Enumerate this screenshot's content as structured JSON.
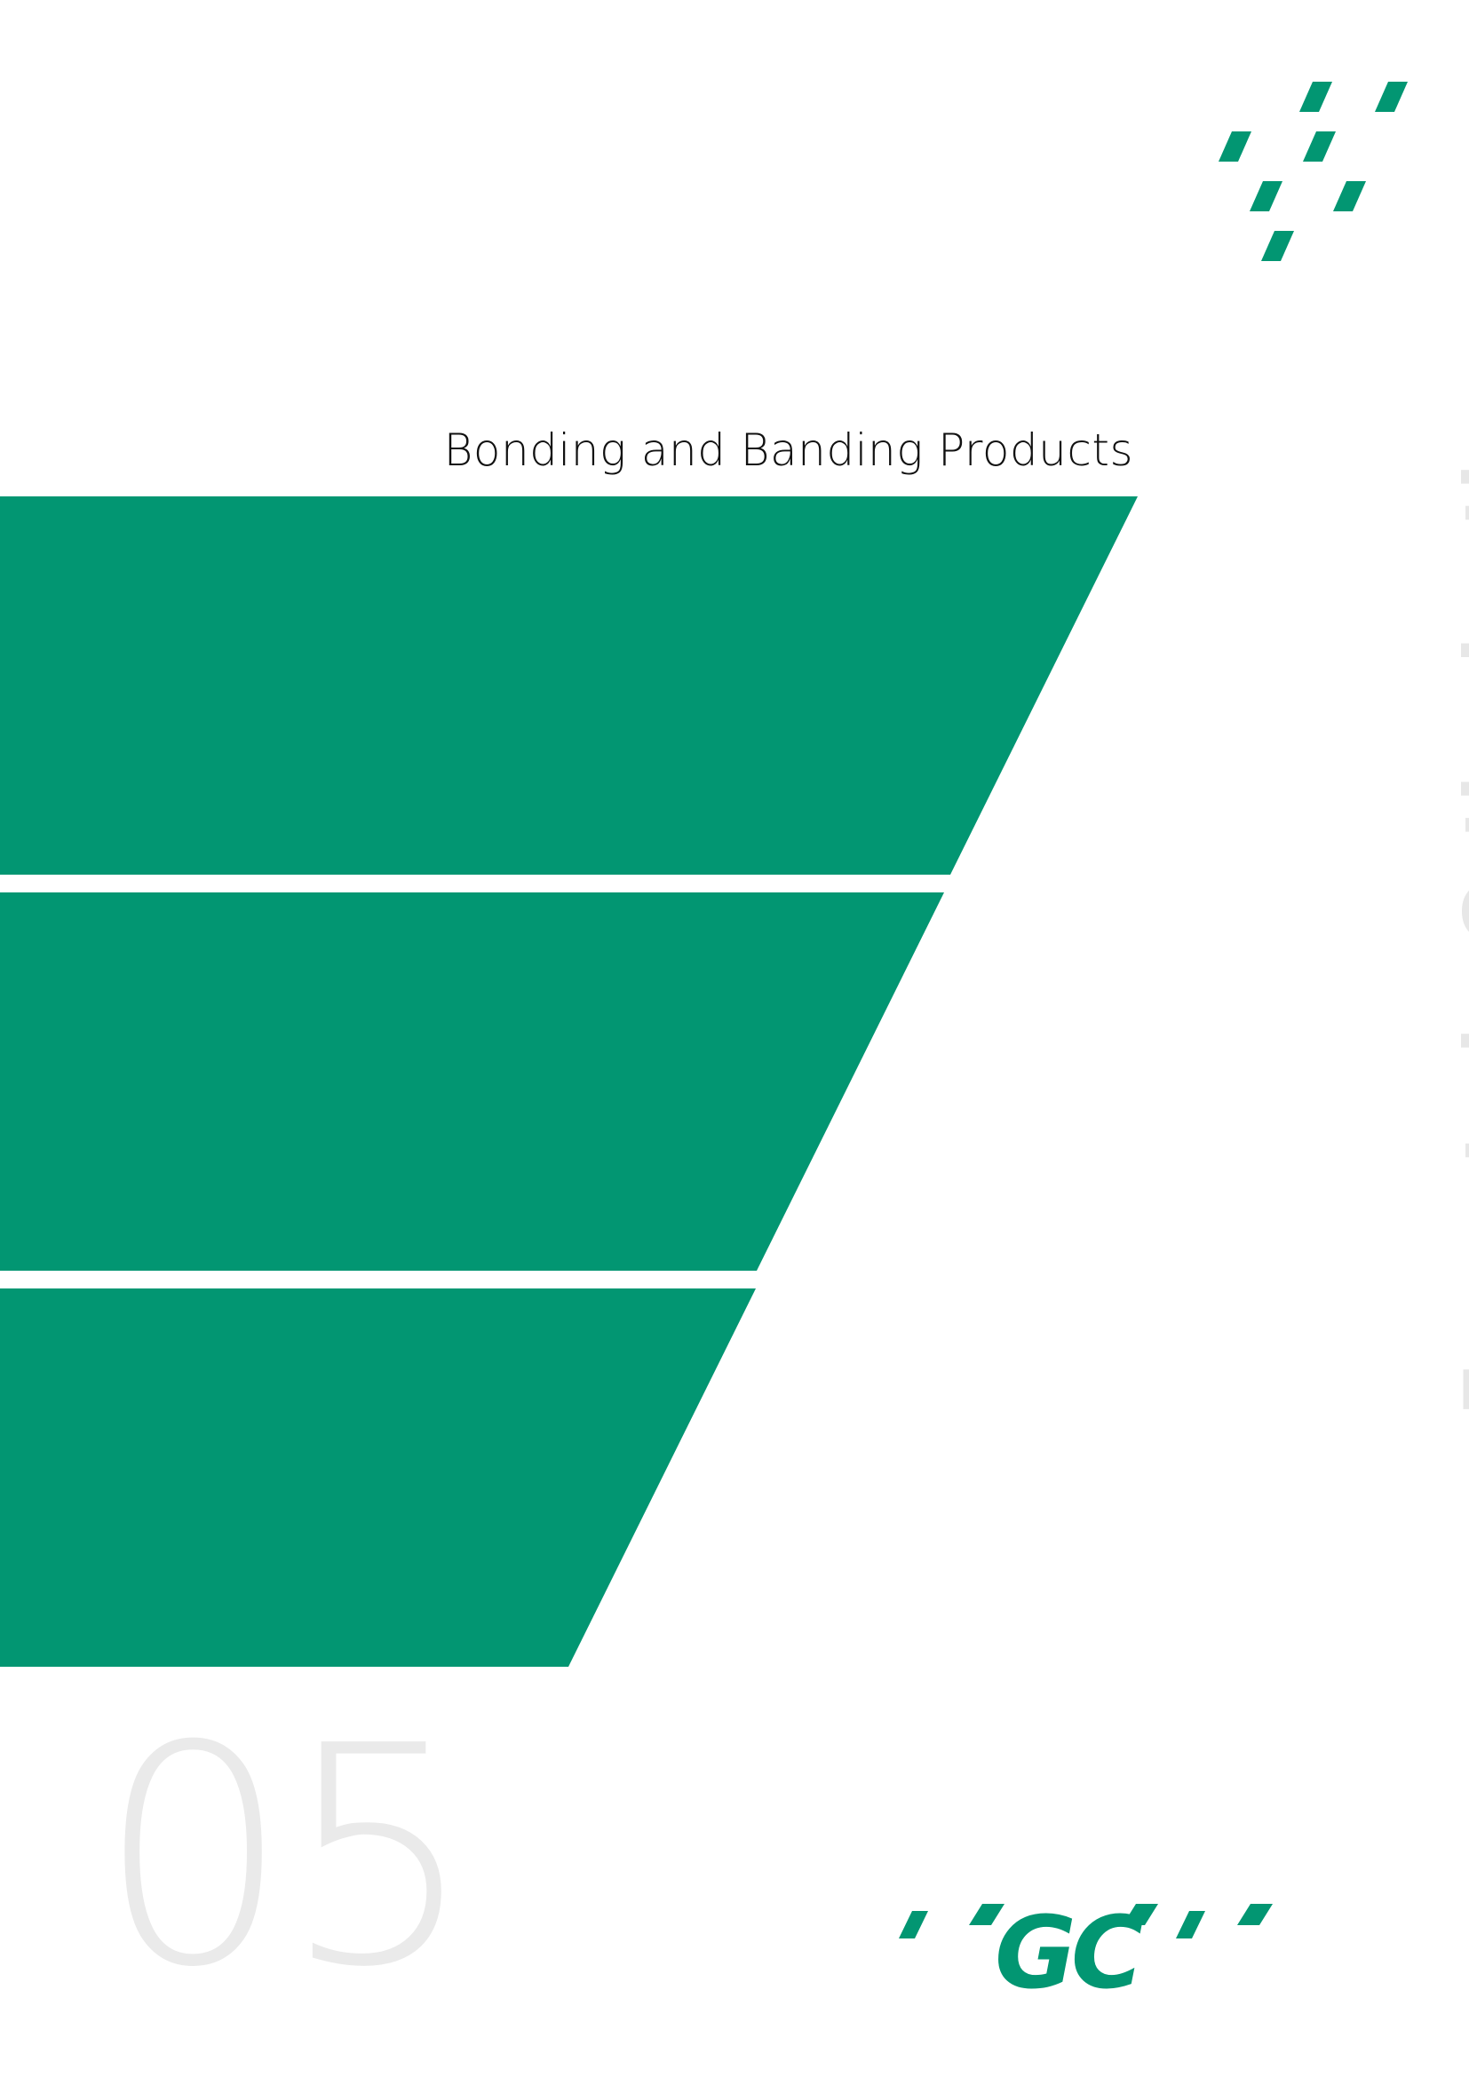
{
  "document": {
    "section_title": "Bonding and Banding Products",
    "side_tagline": "Experts in Orthodontics",
    "chapter_number": "05",
    "logo_text": "GC"
  },
  "colors": {
    "brand_green": "#029672",
    "watermark_gray": "#e8e8e8",
    "title_text": "#111111",
    "background": "#ffffff"
  }
}
